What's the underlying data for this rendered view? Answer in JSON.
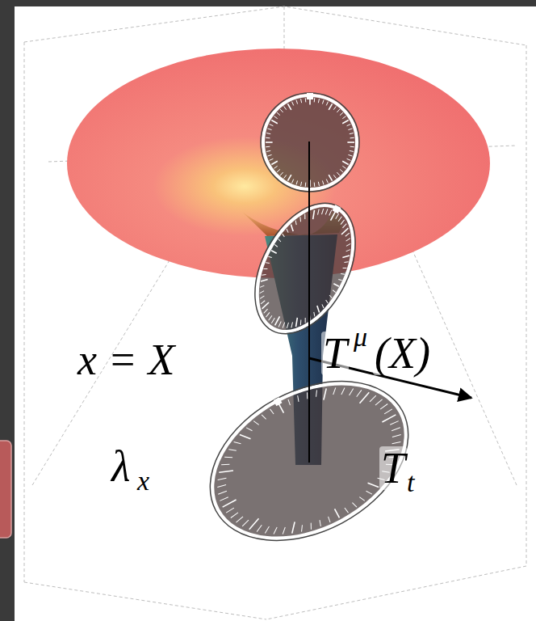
{
  "diagram": {
    "labels": [
      "x = X",
      "T",
      "μ",
      "(X)",
      "λ",
      "x",
      "T",
      "t"
    ]
  }
}
